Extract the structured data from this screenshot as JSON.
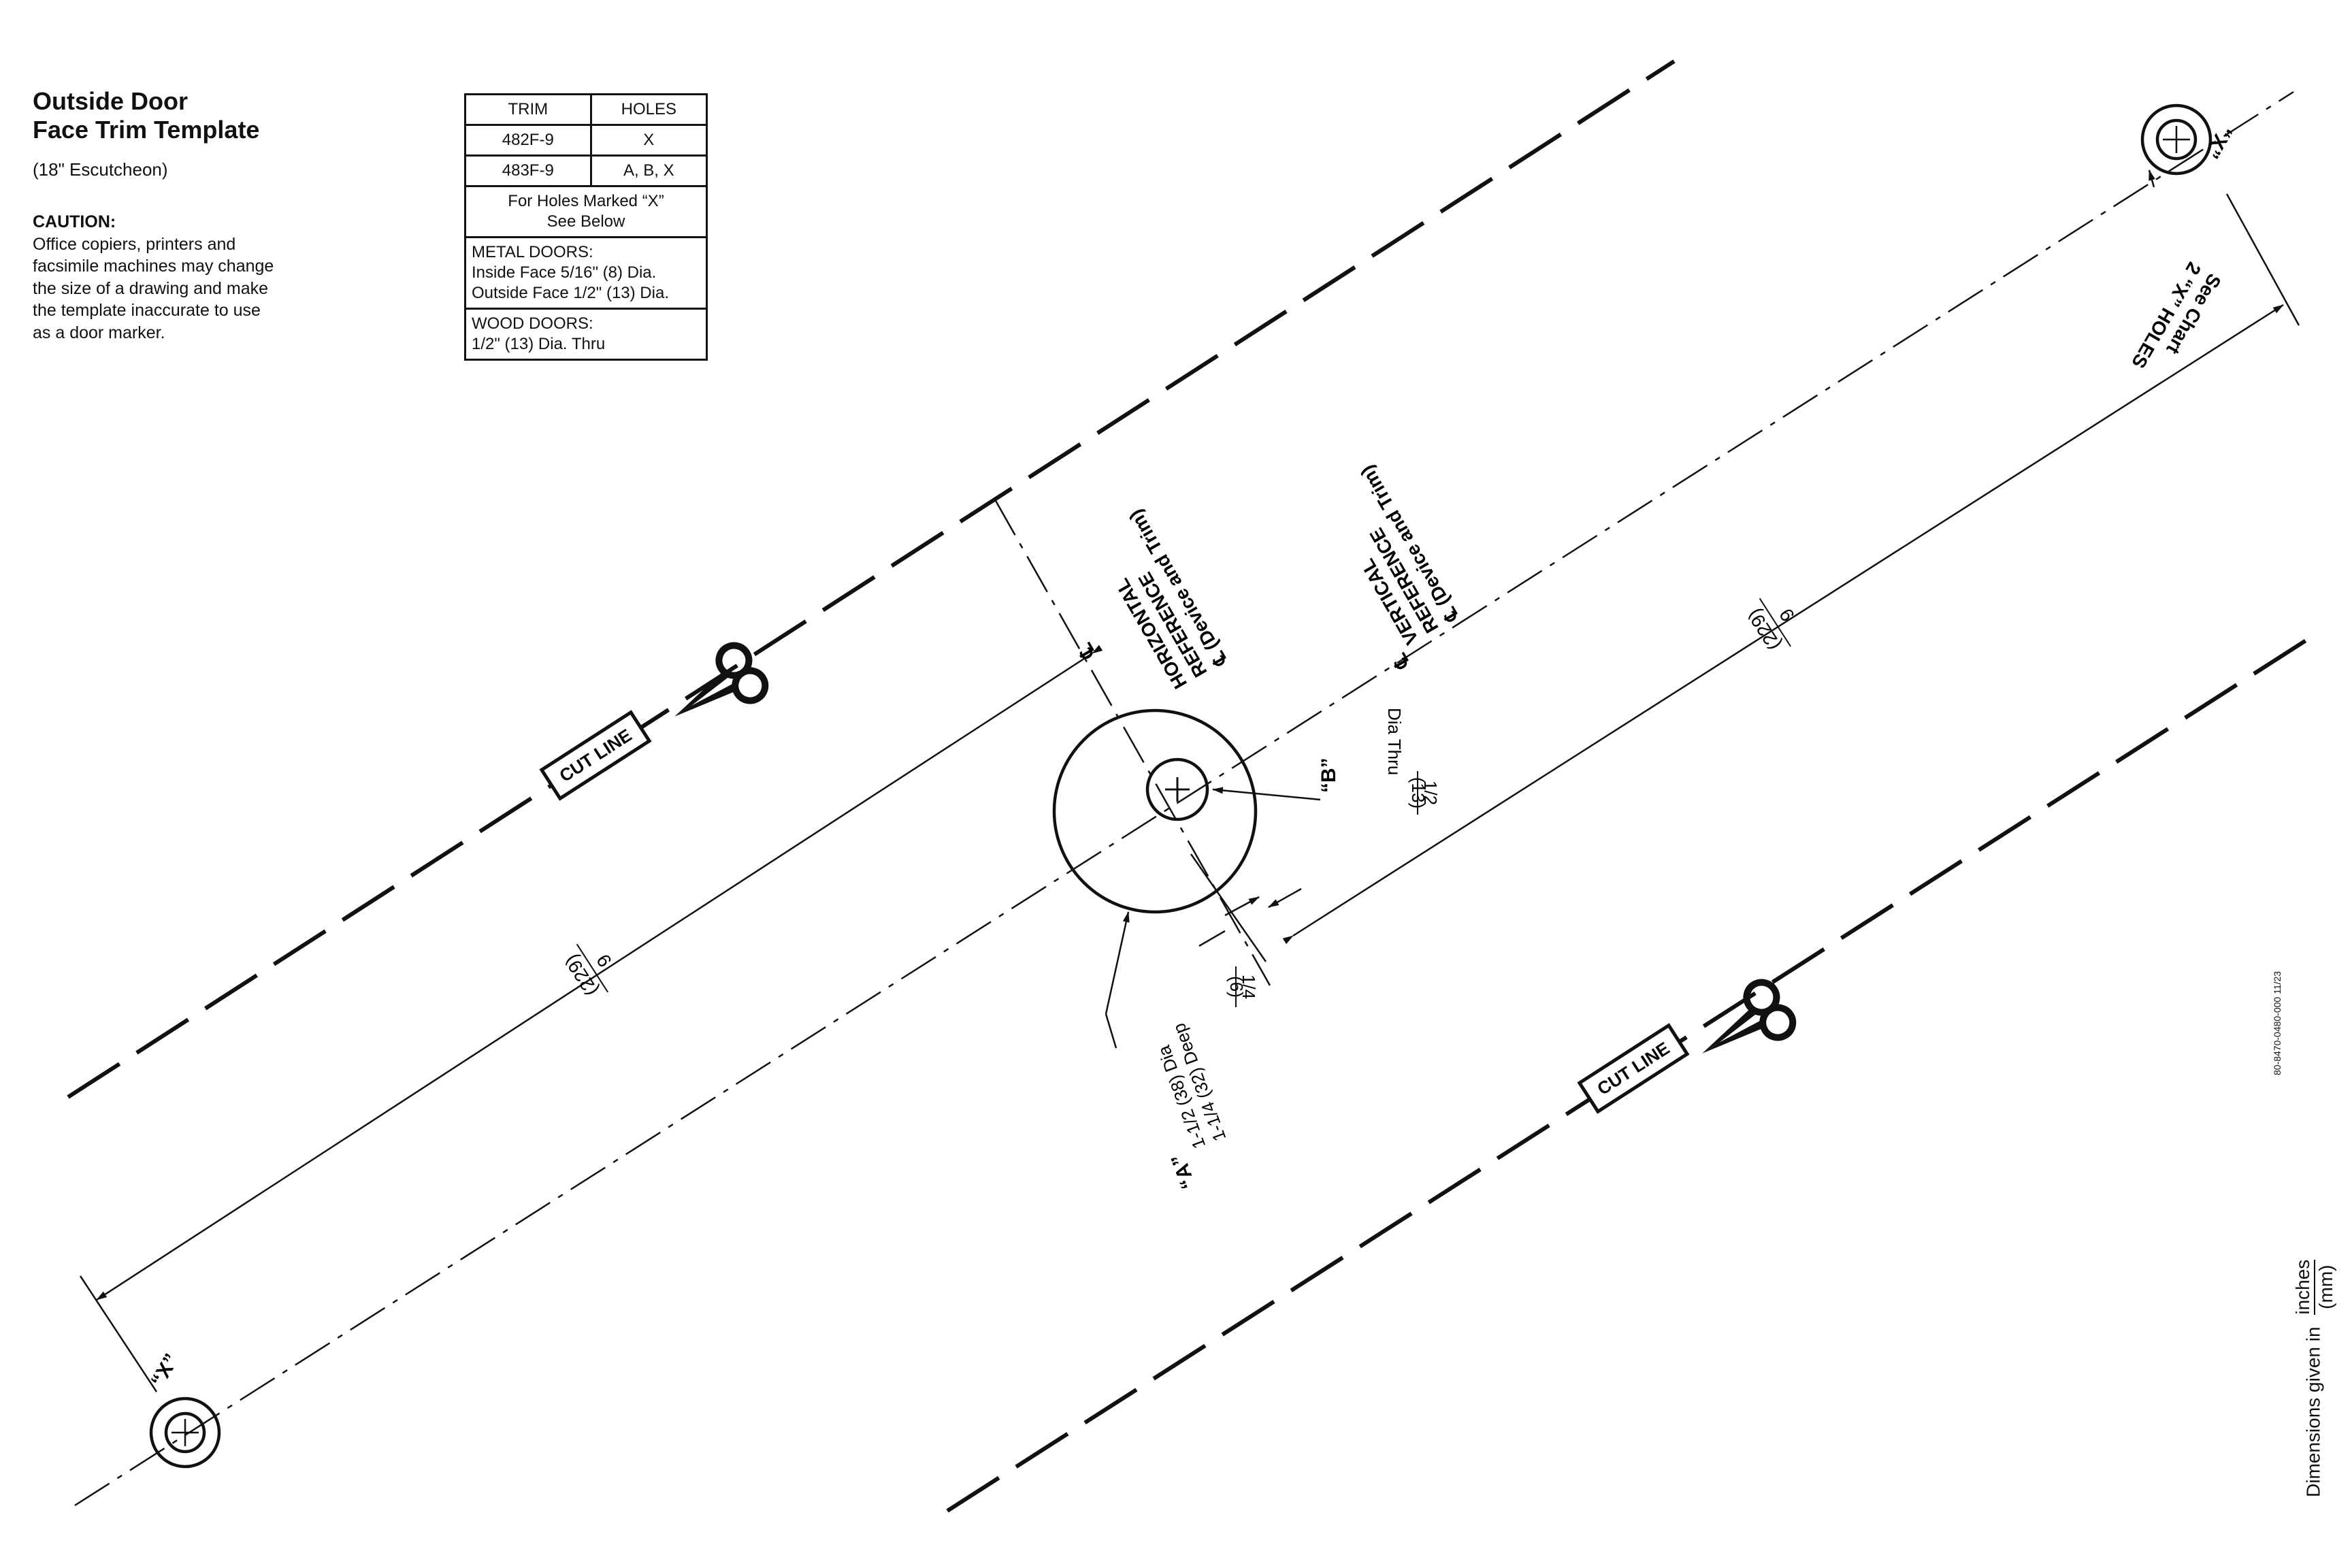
{
  "template": {
    "title_line1": "Outside Door",
    "title_line2": "Face Trim Template",
    "subtitle": "(18\" Escutcheon)",
    "caution_heading": "CAUTION:",
    "caution_text": "Office copiers, printers and facsimile machines may change the size of a drawing and make the template inaccurate to use as a door marker."
  },
  "trim_table": {
    "col_trim": "TRIM",
    "col_holes": "HOLES",
    "rows": [
      {
        "trim": "482F-9",
        "holes": "X"
      },
      {
        "trim": "483F-9",
        "holes": "A, B, X"
      }
    ],
    "note_line1": "For Holes Marked “X”",
    "note_line2": "See Below",
    "metal_head": "METAL DOORS:",
    "metal_line1": "Inside Face 5/16\" (8) Dia.",
    "metal_line2": "Outside Face 1/2\" (13) Dia.",
    "wood_head": "WOOD DOORS:",
    "wood_line1": "1/2\" (13) Dia. Thru"
  },
  "drawing": {
    "cut_line_label": "CUT LINE",
    "x_label": "“X”",
    "see_chart_line1": "See Chart",
    "see_chart_line2": "2 “X” HOLES",
    "horiz_ref_line1": "HORIZONTAL",
    "horiz_ref_line2": "REFERENCE",
    "horiz_ref_line3": "℄ (Device and Trim)",
    "vert_ref_line1": "VERTICAL",
    "vert_ref_line2": "REFERENCE",
    "vert_ref_line3": "℄ (Device and Trim)",
    "dim_9_in": "9",
    "dim_9_mm": "(229)",
    "dim_quarter_in": "1/4",
    "dim_quarter_mm": "(6)",
    "hole_b_label": "“B”",
    "hole_b_in": "1/2",
    "hole_b_mm": "(13)",
    "hole_b_note": "Dia Thru",
    "hole_a_label": "“A”",
    "hole_a_line1": "1-1/2 (38) Dia",
    "hole_a_line2": "1-1/4 (32) Deep",
    "cl_symbol": "℄",
    "colors": {
      "ink": "#111111",
      "paper": "#ffffff"
    }
  },
  "footer": {
    "doc_number": "80-8470-0480-000   11/23",
    "dims_given": "Dimensions given in",
    "dims_inches": "inches",
    "dims_mm": "(mm)"
  }
}
